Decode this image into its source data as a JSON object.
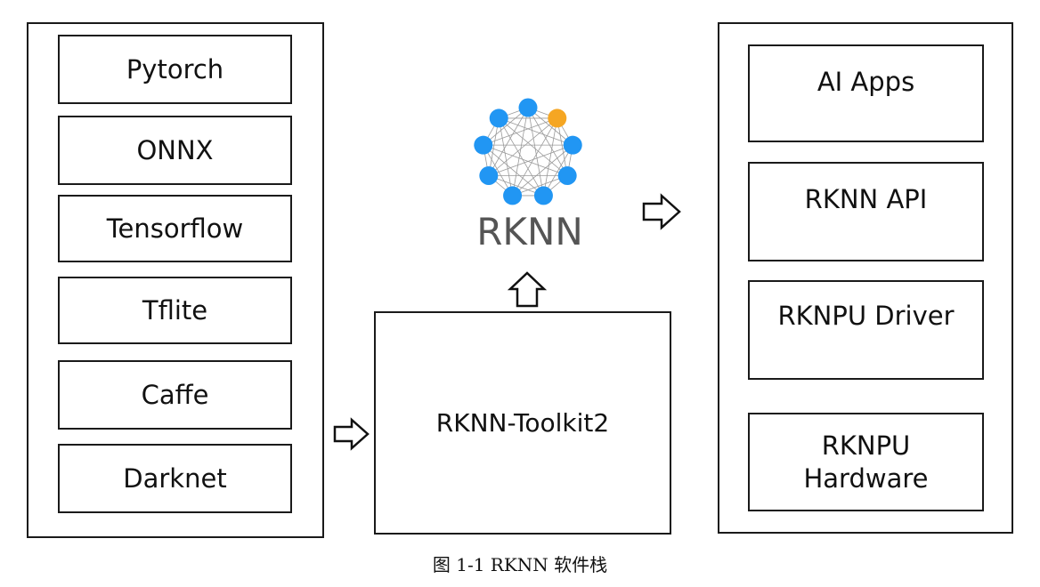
{
  "frameworks": [
    "Pytorch",
    "ONNX",
    "Tensorflow",
    "Tflite",
    "Caffe",
    "Darknet"
  ],
  "toolkit": "RKNN-Toolkit2",
  "logo": {
    "text": "RKNN",
    "node_color": "#2196f3",
    "accent_node_color": "#f5a623",
    "text_color": "#555555"
  },
  "runtime_stack": [
    "AI Apps",
    "RKNN API",
    "RKNPU Driver",
    "RKNPU\nHardware"
  ],
  "caption": "图 1-1 RKNN 软件栈",
  "icons": {
    "input_arrow": "right-arrow-icon",
    "output_arrow": "right-arrow-icon",
    "up_arrow": "up-arrow-icon"
  }
}
